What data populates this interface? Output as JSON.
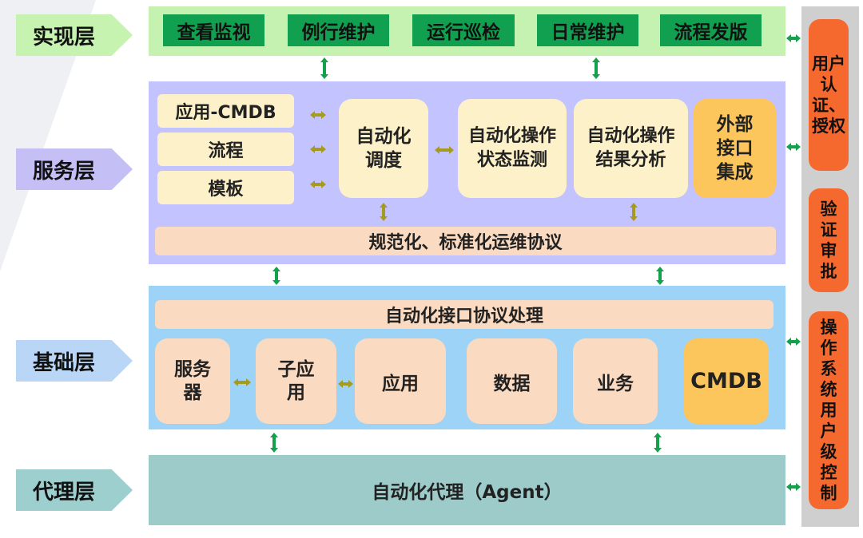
{
  "layers": {
    "presentation": "实现层",
    "service": "服务层",
    "foundation": "基础层",
    "agent": "代理层"
  },
  "presentation_items": [
    "查看监视",
    "例行维护",
    "运行巡检",
    "日常维护",
    "流程发版"
  ],
  "service": {
    "left_items": [
      "应用-CMDB",
      "流程",
      "模板"
    ],
    "scheduling": "自动化\n调度",
    "status_monitor": "自动化操作\n状态监测",
    "result_analysis": "自动化操作\n结果分析",
    "external": "外部\n接口\n集成",
    "protocol": "规范化、标准化运维协议"
  },
  "foundation": {
    "protocol": "自动化接口协议处理",
    "items": [
      "服务\n器",
      "子应\n用",
      "应用",
      "数据",
      "业务"
    ],
    "cmdb": "CMDB"
  },
  "agent": {
    "label": "自动化代理（Agent）"
  },
  "right_tags": [
    "用户认证、授权",
    "验证审批",
    "操作系统用户级控制"
  ],
  "colors": {
    "green_band": "#c6f2b1",
    "green_button": "#11a04f",
    "purple_band": "#c3c3ff",
    "blue_band": "#9dd3f7",
    "teal_band": "#9ccbc9",
    "cream": "#fdf1c9",
    "orange": "#fdc65c",
    "peach": "#fadac1",
    "red_tag": "#f5692e",
    "arrow_green": "#12a24c",
    "arrow_olive": "#a79b1f"
  }
}
